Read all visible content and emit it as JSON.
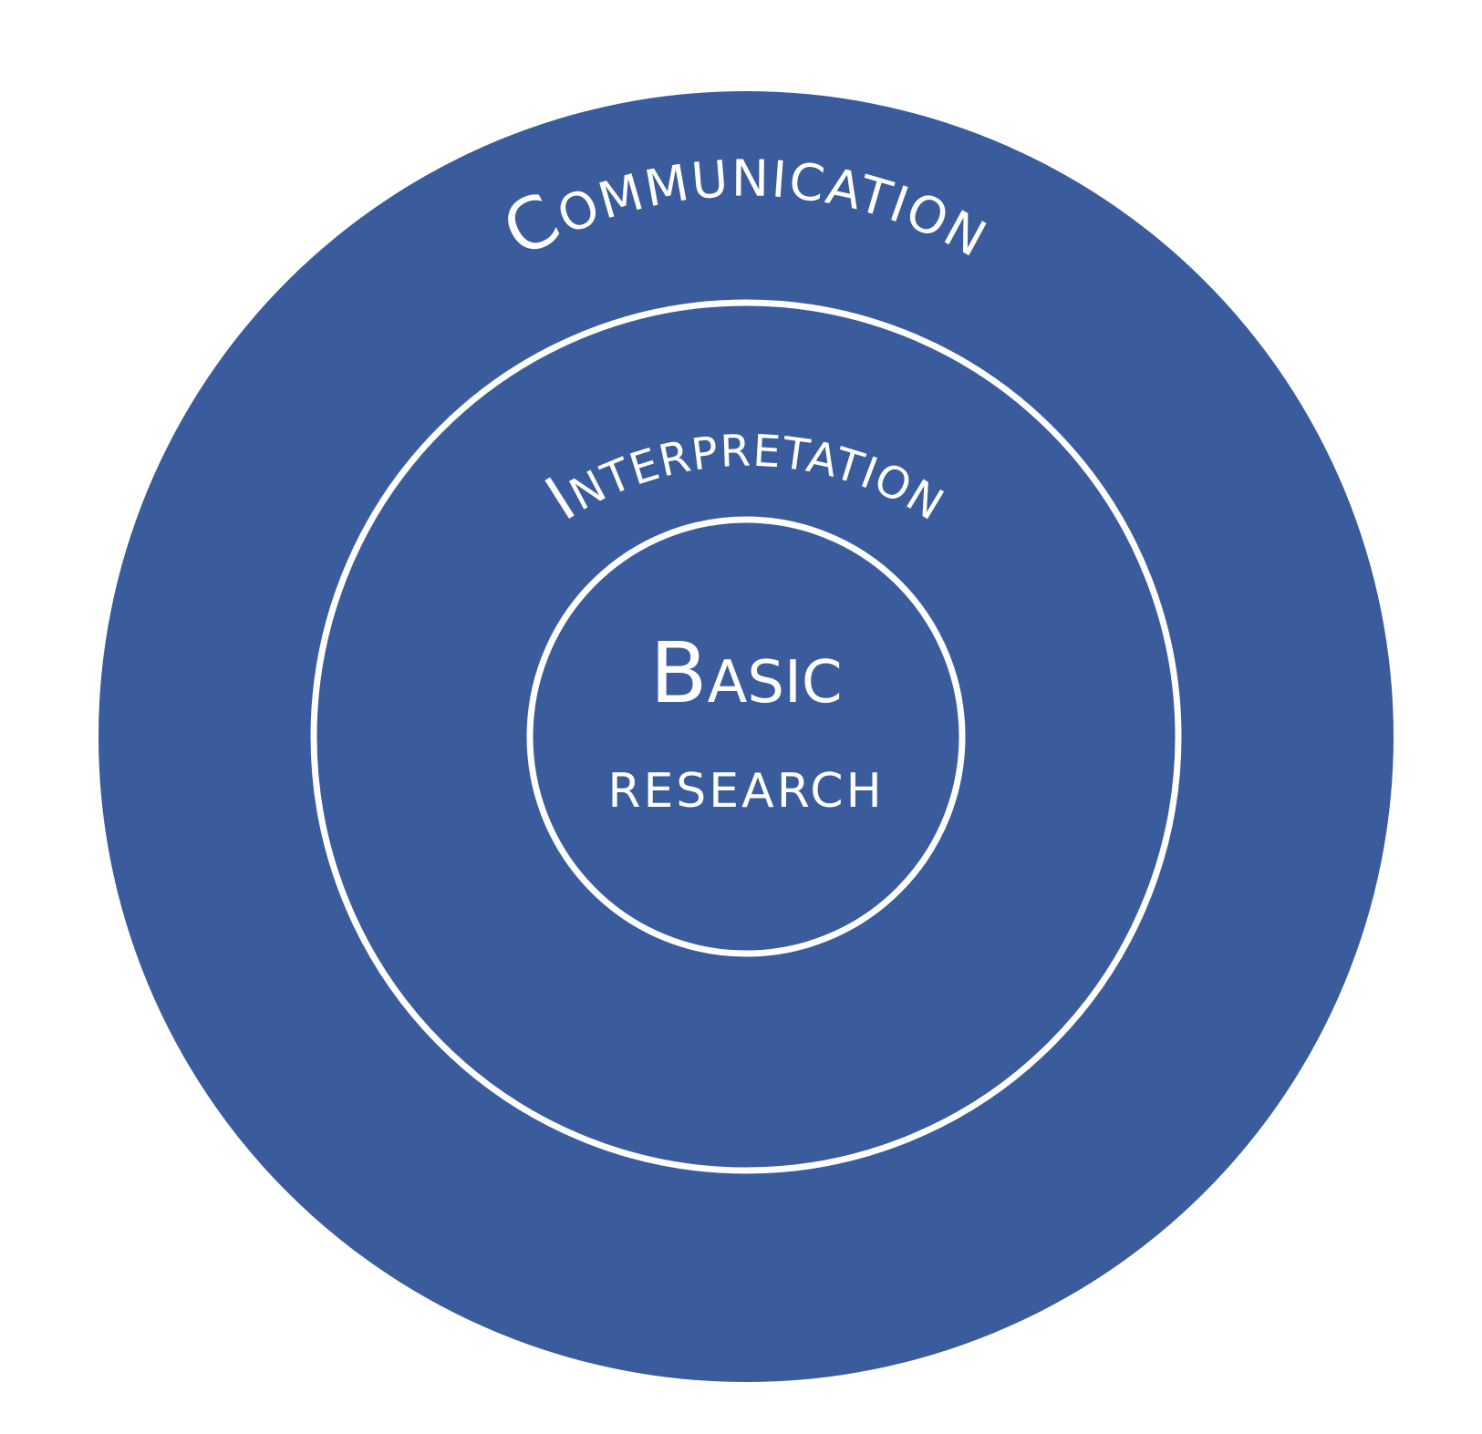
{
  "diagram": {
    "fill_color": "#3a5c9c",
    "ring_color": "#ffffff",
    "background_color": "#ffffff",
    "outer_label": "Communication",
    "middle_label": "Interpretation",
    "inner_label_line1": "Basic",
    "inner_label_line2": "research"
  }
}
